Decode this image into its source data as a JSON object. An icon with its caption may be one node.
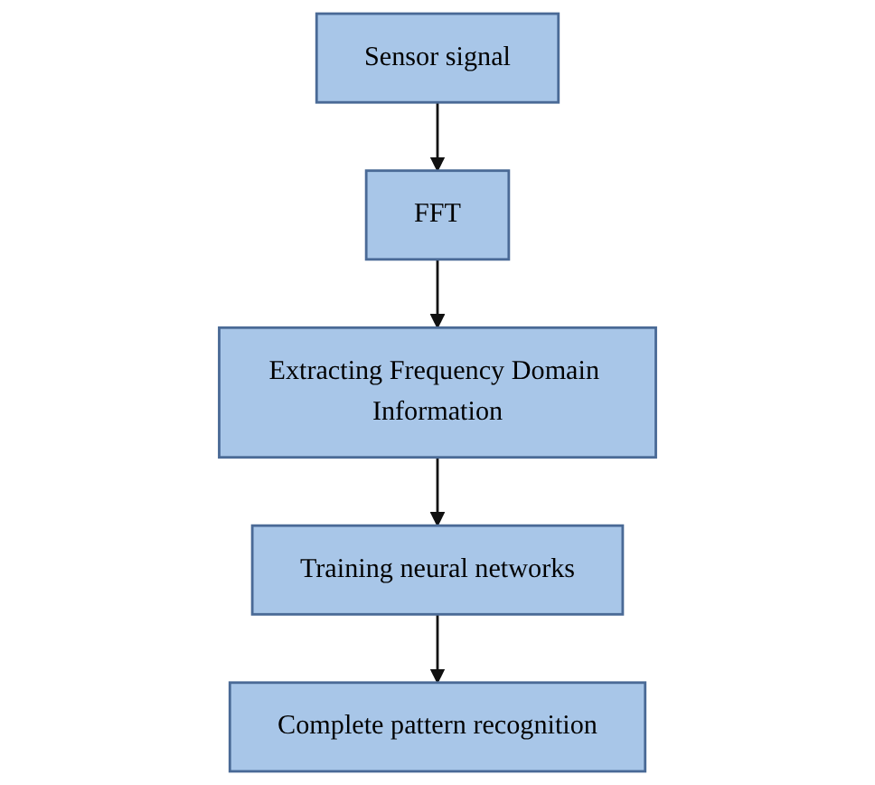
{
  "diagram": {
    "nodes": [
      {
        "text": [
          "Sensor signal"
        ]
      },
      {
        "text": [
          "FFT"
        ]
      },
      {
        "text": [
          "Extracting Frequency Domain Information"
        ]
      },
      {
        "text": [
          "Training neural networks"
        ]
      },
      {
        "text": [
          "Complete pattern recognition"
        ]
      }
    ],
    "edges": [
      {
        "from": 0,
        "to": 1,
        "arrow": "to"
      },
      {
        "from": 1,
        "to": 2,
        "arrow": "to"
      },
      {
        "from": 2,
        "to": 3,
        "arrow": "to"
      },
      {
        "from": 3,
        "to": 4,
        "arrow": "to"
      }
    ]
  }
}
